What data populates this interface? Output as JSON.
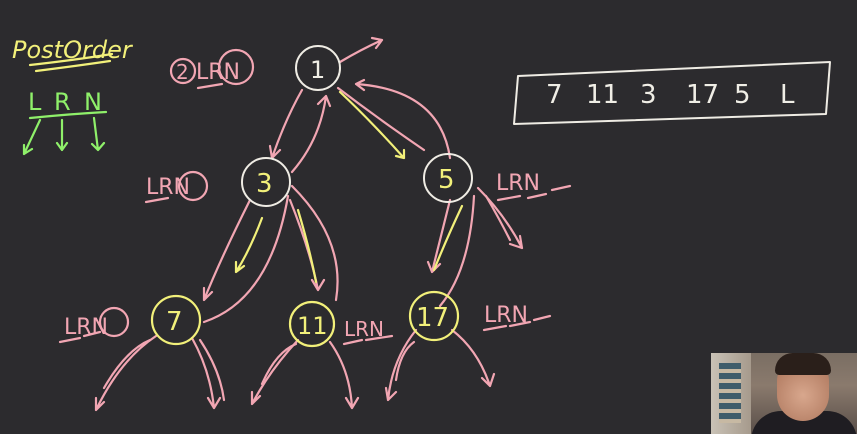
{
  "title": "PostOrder",
  "rule": {
    "letters": [
      "L",
      "R",
      "N"
    ]
  },
  "traversal_order_labels": {
    "root": "LRN",
    "node3": "LRN",
    "node5": "LRN",
    "node7": "LRN",
    "node11": "LRN",
    "node17": "LRN"
  },
  "root_order_prefix": "2",
  "nodes": {
    "n1": "1",
    "n3": "3",
    "n5": "5",
    "n7": "7",
    "n11": "11",
    "n17": "17"
  },
  "output_sequence": [
    "7",
    "11",
    "3",
    "17",
    "5",
    "L"
  ],
  "webcam": {
    "icon": "presenter-webcam"
  },
  "colors": {
    "background": "#2c2b2e",
    "yellow": "#f2f07a",
    "pink": "#f2a6b3",
    "green": "#8ff06a",
    "white": "#efece4"
  }
}
